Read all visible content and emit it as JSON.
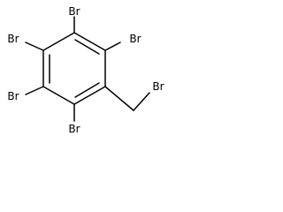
{
  "molecule": {
    "atoms": {
      "br_top": "Br",
      "br_upper_left": "Br",
      "br_upper_right": "Br",
      "br_lower_left": "Br",
      "br_bottom": "Br",
      "br_methyl": "Br"
    }
  }
}
